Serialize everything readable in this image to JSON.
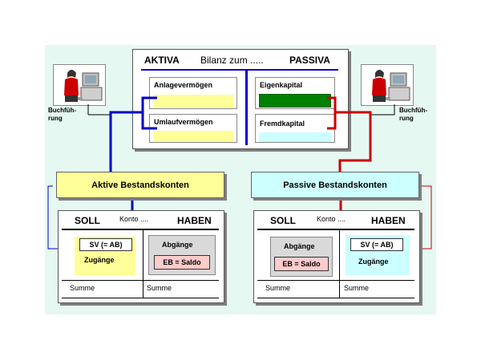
{
  "bilanz": {
    "aktiva": "AKTIVA",
    "title": "Bilanz zum .....",
    "passiva": "PASSIVA",
    "anlagevermoegen": "Anlagevermögen",
    "umlaufvermoegen": "Umlaufvermögen",
    "eigenkapital": "Eigenkapital",
    "fremdkapital": "Fremdkapital"
  },
  "persons": {
    "left_label": "Buchfüh-\nrung",
    "right_label": "Buchfüh-\nrung"
  },
  "active": {
    "header": "Aktive Bestandskonten",
    "soll": "SOLL",
    "konto": "Konto ....",
    "haben": "HABEN",
    "sv": "SV (= AB)",
    "zugaenge": "Zugänge",
    "abgaenge": "Abgänge",
    "eb": "EB = Saldo",
    "summe_left": "Summe",
    "summe_right": "Summe"
  },
  "passive": {
    "header": "Passive Bestandskonten",
    "soll": "SOLL",
    "konto": "Konto ....",
    "haben": "HABEN",
    "abgaenge": "Abgänge",
    "eb": "EB = Saldo",
    "sv": "SV (= AB)",
    "zugaenge": "Zugänge",
    "summe_left": "Summe",
    "summe_right": "Summe"
  },
  "colors": {
    "background": "#e6f8f2",
    "yellow": "#ffff99",
    "light_yellow": "#ffffcc",
    "cyan": "#ccffff",
    "light_cyan": "#e0ffff",
    "dark_green": "#008000",
    "grey": "#d9d9d9",
    "salmon": "#ffcccc",
    "blue": "#0000cc",
    "red": "#cc0000"
  }
}
